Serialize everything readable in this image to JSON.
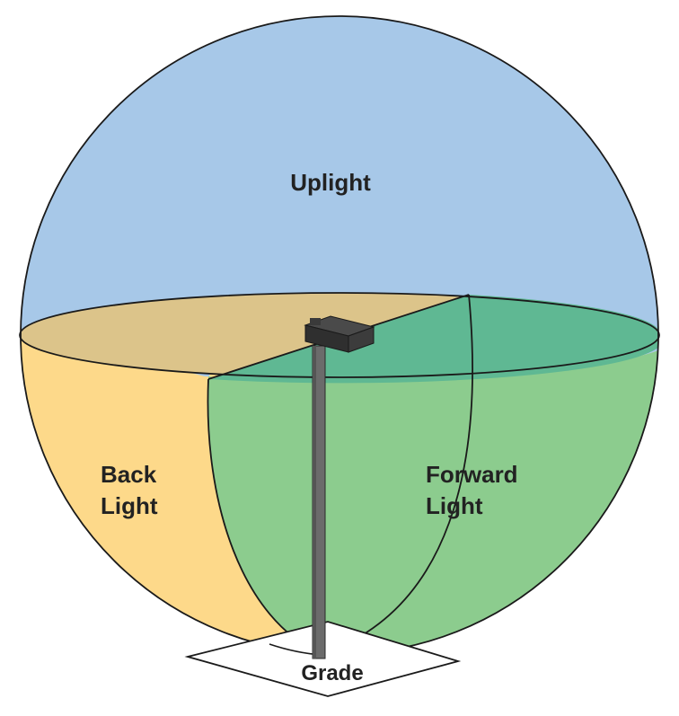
{
  "labels": {
    "uplight": "Uplight",
    "back_light_line1": "Back",
    "back_light_line2": "Light",
    "forward_light_line1": "Forward",
    "forward_light_line2": "Light",
    "grade": "Grade"
  },
  "colors": {
    "uplight": "#a7c8e8",
    "back_light": "#fdd98a",
    "back_light_top": "#dcc48a",
    "forward_light": "#8ccc8e",
    "forward_light_top": "#5fb893",
    "outline": "#1a1a1a",
    "pole": "#6b6b6b",
    "fixture": "#2f2f2f"
  }
}
